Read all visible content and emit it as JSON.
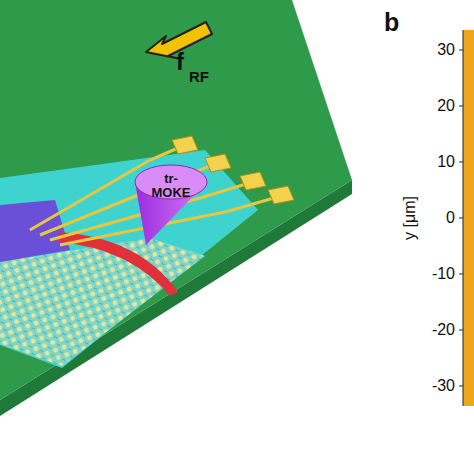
{
  "diagram": {
    "nodes": [
      {
        "text": [
          "tr-MOKE"
        ]
      }
    ],
    "labels": [
      "f",
      "RF",
      "b",
      "y [μm]",
      "30",
      "20",
      "10",
      "0",
      "-10",
      "-20",
      "-30"
    ]
  }
}
